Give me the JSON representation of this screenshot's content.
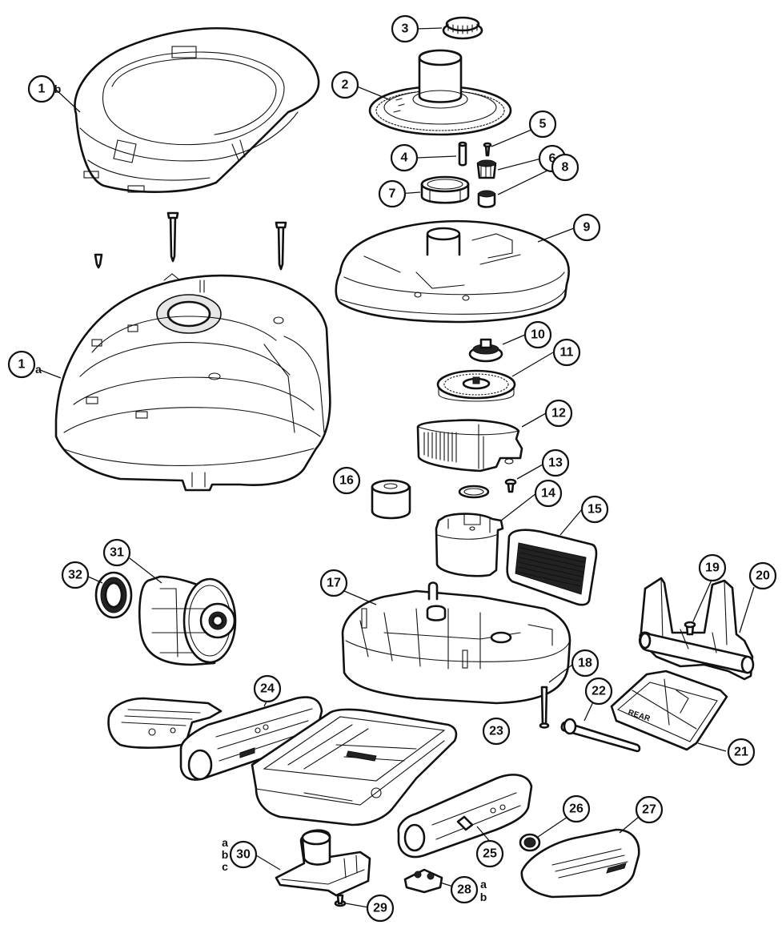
{
  "diagram": {
    "callouts": [
      {
        "label": "1",
        "suffix": "b"
      },
      {
        "label": "1",
        "suffix": "a"
      },
      {
        "label": "2"
      },
      {
        "label": "3"
      },
      {
        "label": "4"
      },
      {
        "label": "5"
      },
      {
        "label": "6"
      },
      {
        "label": "7"
      },
      {
        "label": "8"
      },
      {
        "label": "9"
      },
      {
        "label": "10"
      },
      {
        "label": "11"
      },
      {
        "label": "12"
      },
      {
        "label": "13"
      },
      {
        "label": "14"
      },
      {
        "label": "15"
      },
      {
        "label": "16"
      },
      {
        "label": "17"
      },
      {
        "label": "18"
      },
      {
        "label": "19"
      },
      {
        "label": "20"
      },
      {
        "label": "21"
      },
      {
        "label": "22"
      },
      {
        "label": "23"
      },
      {
        "label": "24"
      },
      {
        "label": "25"
      },
      {
        "label": "26"
      },
      {
        "label": "27"
      },
      {
        "label": "28",
        "suffix_lines": [
          "a",
          "b"
        ]
      },
      {
        "label": "29"
      },
      {
        "label": "30",
        "prefix_lines": [
          "a",
          "b",
          "c"
        ]
      },
      {
        "label": "31"
      },
      {
        "label": "32"
      }
    ],
    "rear_stamp": "REAR"
  }
}
